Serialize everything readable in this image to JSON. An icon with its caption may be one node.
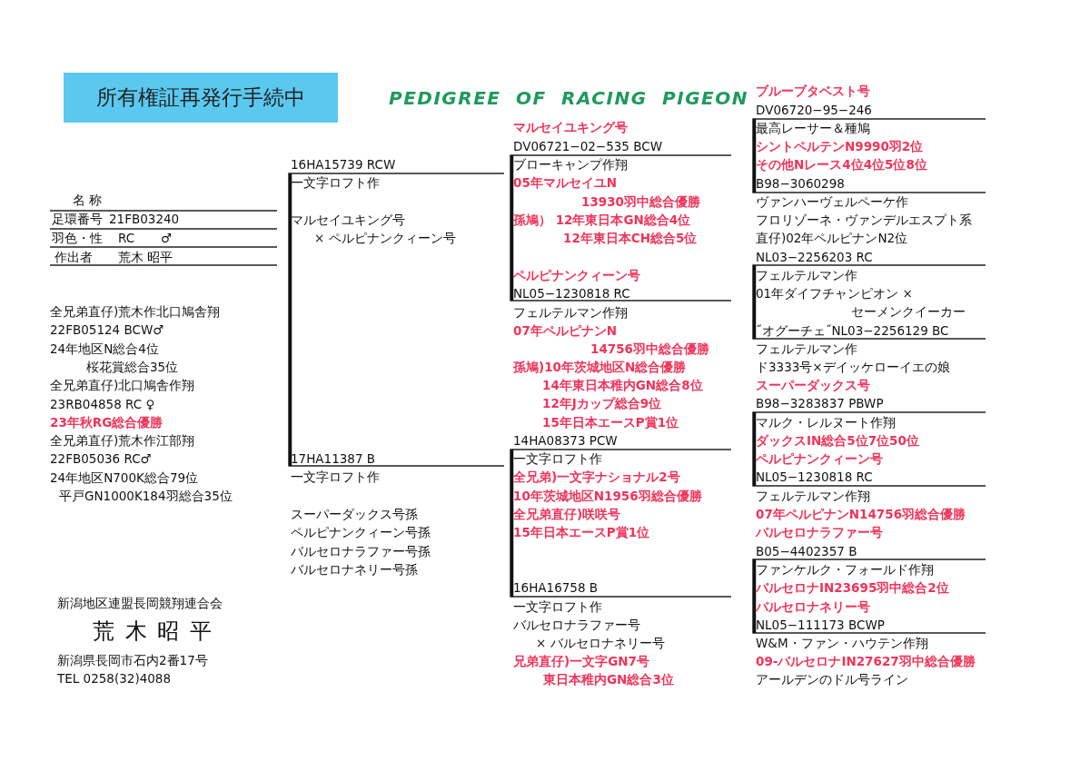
{
  "diagram": {
    "title": "PEDIGREE OF RACING PIGEON",
    "labels": [
      "所有権証再発行手続中",
      "名 称",
      "足環番号",
      "21FB03240",
      "羽色・性",
      "RC",
      "♂",
      "作出者",
      "荒木 昭平",
      "全兄弟直仔)荒木作北口鳩舎翔",
      "22FB05124 BCW♂",
      "24年地区N総合4位",
      "桜花賞総合35位",
      "全兄弟直仔)北口鳩舎作翔",
      "23RB04858 RC ♀",
      "23年秋RG総合優勝",
      "全兄弟直仔)荒木作江部翔",
      "22FB05036 RC♂",
      "24年地区N700K総合79位",
      "平戸GN1000K184羽総合35位",
      "新潟地区連盟長岡競翔連合会",
      "荒 木 昭 平",
      "新潟県長岡市石内2番17号",
      "TEL 0258(32)4088",
      "16HA15739 RCW",
      "一文字ロフト作",
      "マルセイユキング号",
      "× ペルピナンクィーン号",
      "17HA11387 B",
      "一文字ロフト作",
      "スーパーダックス号孫",
      "ペルピナンクィーン号孫",
      "バルセロナラファー号孫",
      "バルセロナネリー号孫",
      "マルセイユキング号",
      "DV06721−02−535 BCW",
      "ブローキャンプ作翔",
      "05年マルセイユN",
      "13930羽中総合優勝",
      "孫鳩） 12年東日本GN総合4位",
      "12年東日本CH総合5位",
      "ペルピナンクィーン号",
      "NL05−1230818 RC",
      "フェルテルマン作翔",
      "07年ペルピナンN",
      "14756羽中総合優勝",
      "孫鳩)10年茨城地区N総合優勝",
      "14年東日本稚内GN総合8位",
      "12年Jカップ総合9位",
      "15年日本エースP賞1位",
      "14HA08373 PCW",
      "一文字ロフト作",
      "全兄弟)一文字ナショナル2号",
      "10年茨城地区N1956羽総合優勝",
      "全兄弟直仔)咲咲号",
      "15年日本エースP賞1位",
      "16HA16758 B",
      "一文字ロフト作",
      "バルセロナラファー号",
      "× バルセロナネリー号",
      "兄弟直仔)一文字GN7号",
      "東日本稚内GN総合3位",
      "ブルーブタベスト号",
      "DV06720−95−246",
      "最高レーサー＆種鳩",
      "シントペルテンN9990羽2位",
      "その他Nレース4位4位5位8位",
      "B98−3060298",
      "ヴァンハーヴェルペーケ作",
      "フロリゾーネ・ヴァンデルエスプト系",
      "直仔)02年ペルピナンN2位",
      "NL03−2256203 RC",
      "フェルテルマン作",
      "01年ダイフチャンピオン ×",
      "セーメンクイーカー",
      "˝オグーチェ˝NL03−2256129 BC",
      "フェルテルマン作",
      "ド3333号×デイッケローイエの娘",
      "スーパーダックス号",
      "B98−3283837 PBWP",
      "マルク・レルヌート作翔",
      "ダックスIN総合5位7位50位",
      "ペルピナンクィーン号",
      "NL05−1230818 RC",
      "フェルテルマン作翔",
      "07年ペルピナンN14756羽総合優勝",
      "バルセロナラファー号",
      "B05−4402357 B",
      "ファンケルク・フォールド作翔",
      "バルセロナIN23695羽中総合2位",
      "バルセロナネリー号",
      "NL05−111173 BCWP",
      "W&M・ファン・ハウテン作翔",
      "09-バルセロナIN27627羽中総合優勝",
      "アールデンのドル号ライン"
    ]
  }
}
